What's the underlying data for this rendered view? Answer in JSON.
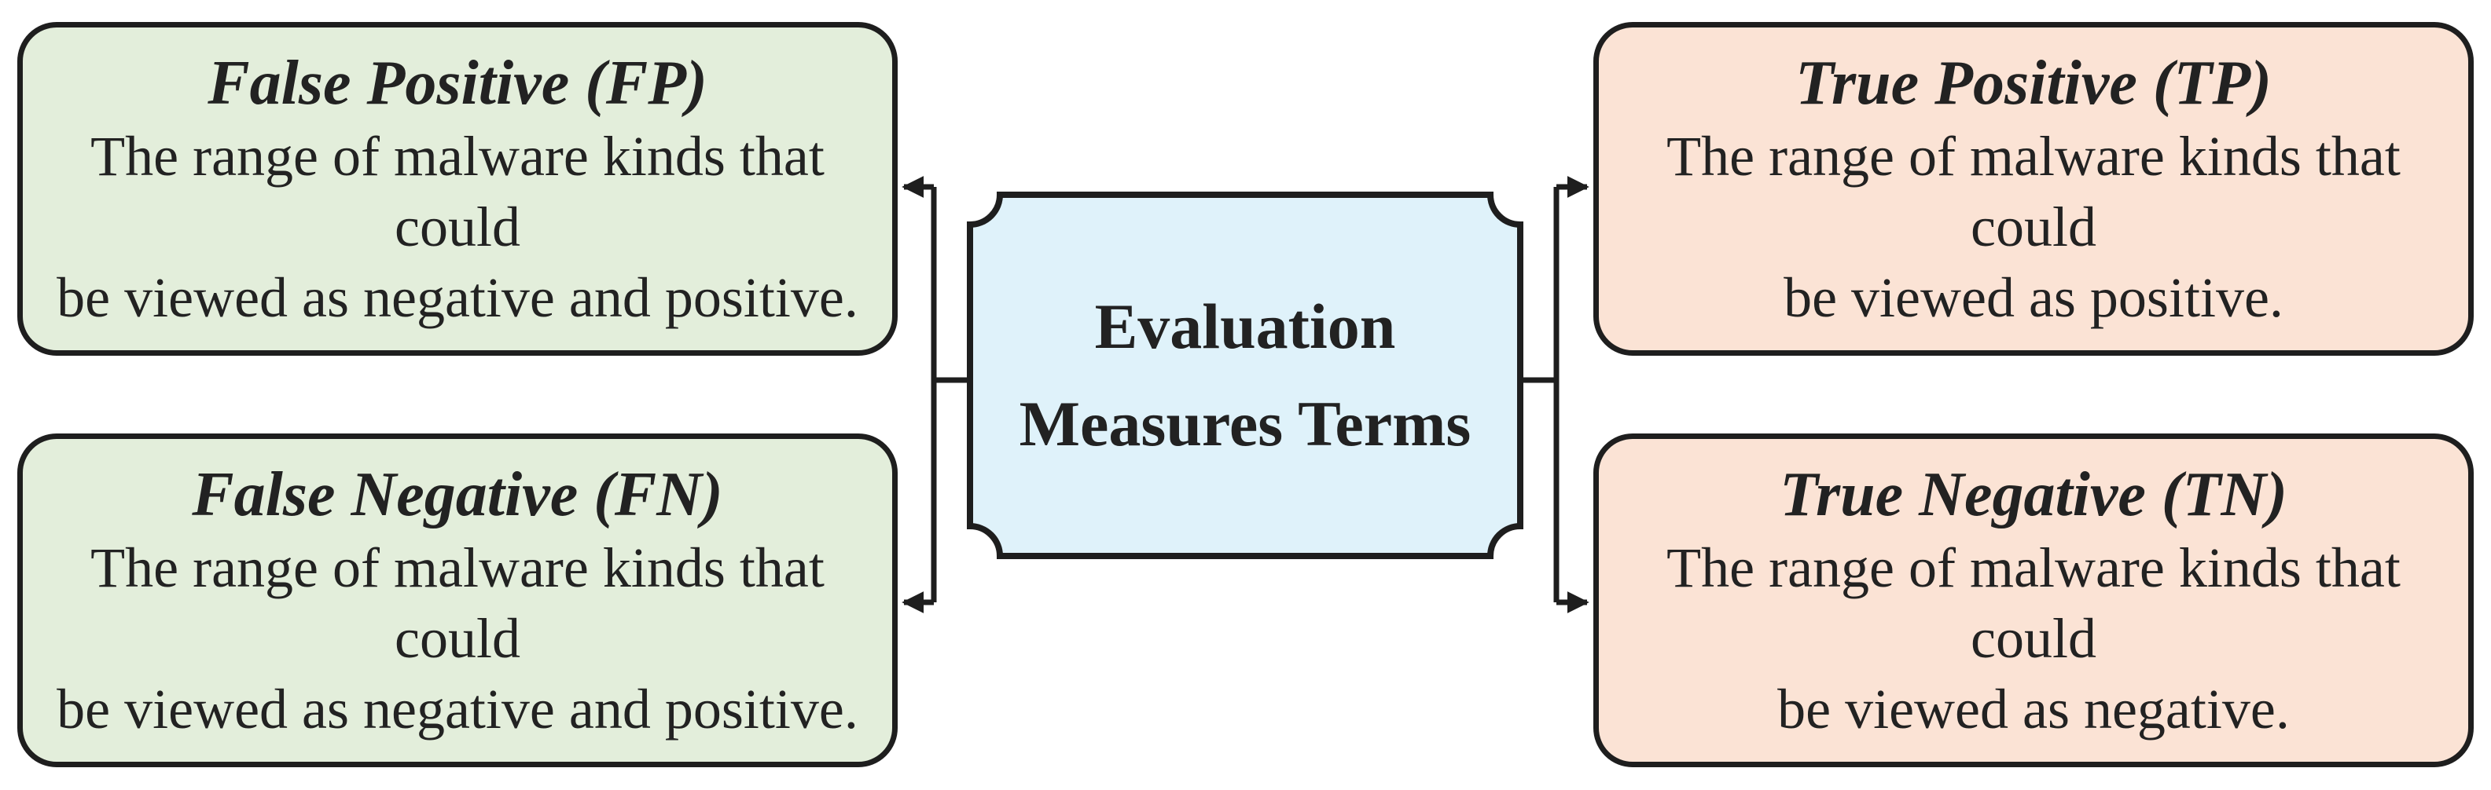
{
  "center": {
    "label": "Evaluation\nMeasures Terms"
  },
  "boxes": {
    "false_positive": {
      "title": "False Positive (FP)",
      "description": "The range of malware kinds that could\nbe viewed as negative and positive."
    },
    "false_negative": {
      "title": "False Negative (FN)",
      "description": "The range of malware kinds that could\nbe viewed as negative and positive."
    },
    "true_positive": {
      "title": "True Positive (TP)",
      "description": "The range of malware kinds that could\nbe viewed as positive."
    },
    "true_negative": {
      "title": "True Negative (TN)",
      "description": "The range of malware kinds that could\nbe viewed as negative."
    }
  },
  "colors": {
    "false_box_fill": "#e3eedb",
    "true_box_fill": "#fbe3d5",
    "center_fill": "#dff2fa",
    "stroke": "#1e1e1e",
    "text": "#222222"
  }
}
